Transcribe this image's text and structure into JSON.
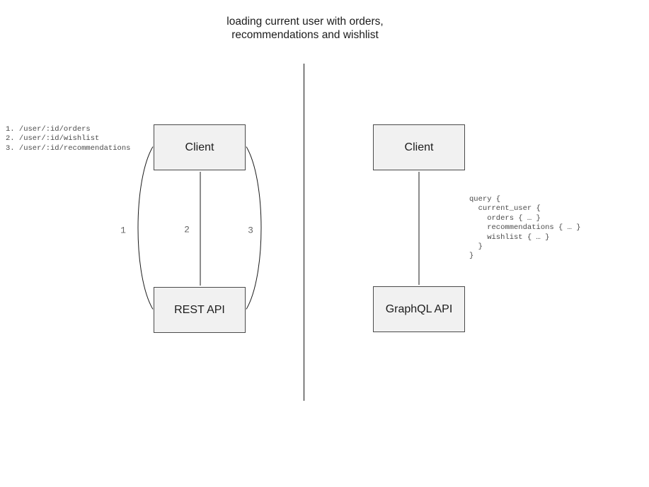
{
  "title": "loading current user with orders,\nrecommendations and wishlist",
  "left_panel": {
    "endpoints_list": "1. /user/:id/orders\n2. /user/:id/wishlist\n3. /user/:id/recommendations",
    "client_box": "Client",
    "api_box": "REST API",
    "arrow_labels": [
      "1",
      "2",
      "3"
    ]
  },
  "right_panel": {
    "client_box": "Client",
    "api_box": "GraphQL API",
    "query_code": "query {\n  current_user {\n    orders { … }\n    recommendations { … }\n    wishlist { … }\n  }\n}"
  },
  "colors": {
    "box_fill": "#f1f1f1",
    "box_border": "#4a4a4a",
    "arrow": "#1a1a1a",
    "code_text": "#4a4a4a",
    "arrow_label_text": "#666666",
    "divider": "#4a4a4a"
  }
}
